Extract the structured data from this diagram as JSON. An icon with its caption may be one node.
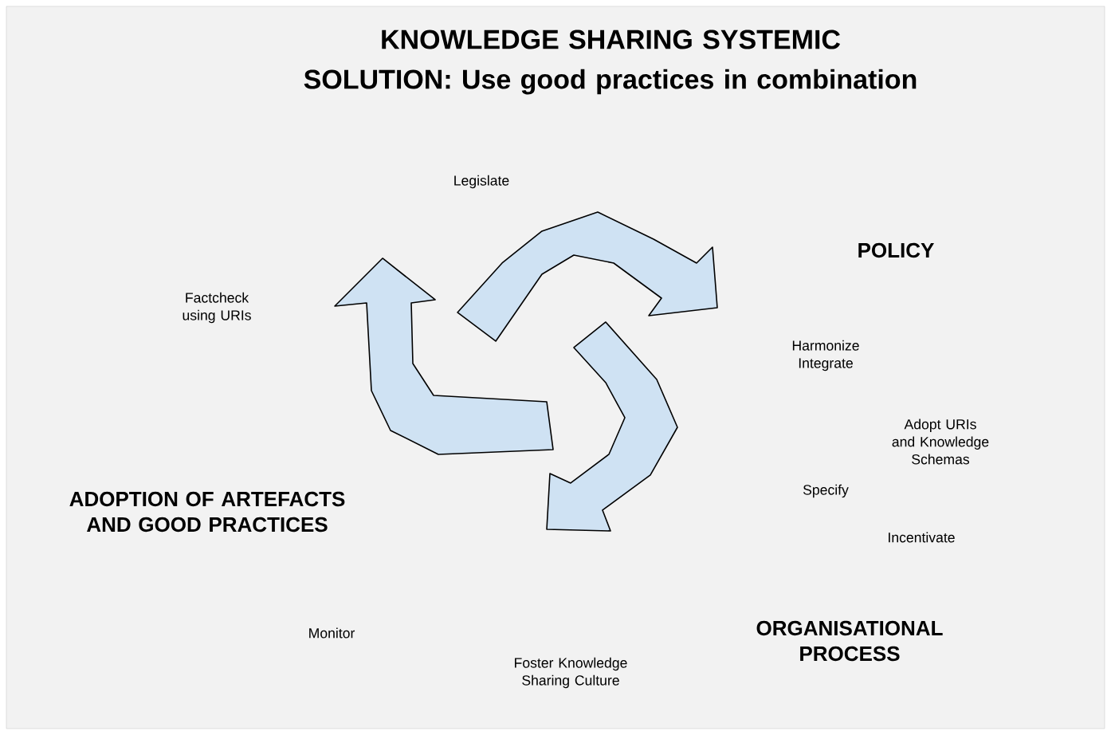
{
  "diagram": {
    "title": "KNOWLEDGE SHARING SYSTEMIC SOLUTION: Use good practices in combination",
    "labels": [
      "Legislate",
      "POLICY",
      "Factcheck using URIs",
      "Harmonize Integrate",
      "Adopt URIs and Knowledge Schemas",
      "ADOPTION OF ARTEFACTS AND GOOD PRACTICES",
      "Specify",
      "Incentivate",
      "Monitor",
      "Foster Knowledge Sharing Culture",
      "ORGANISATIONAL PROCESS"
    ]
  }
}
